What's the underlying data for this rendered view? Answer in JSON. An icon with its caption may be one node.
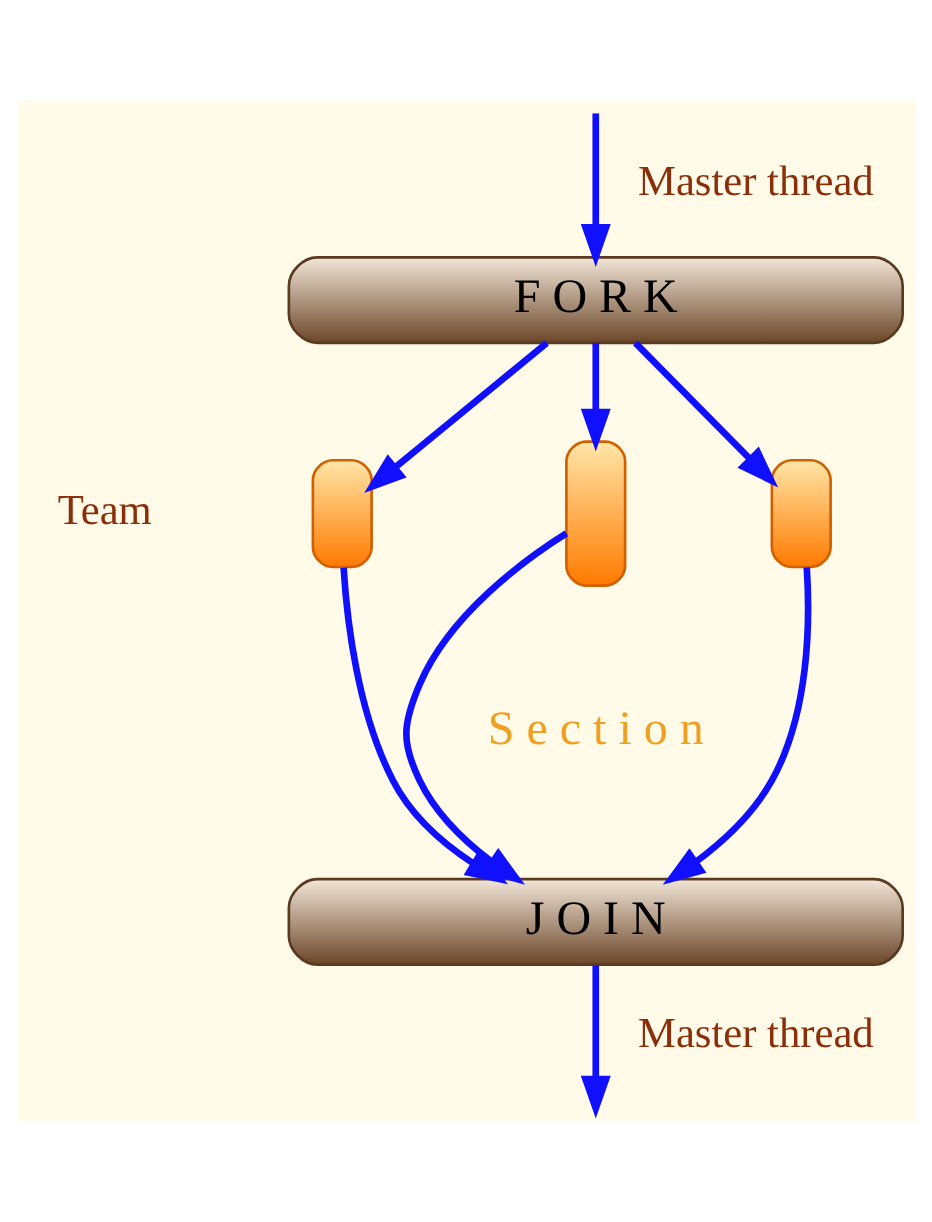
{
  "diagram": {
    "nodes": [
      {
        "text": [
          "F O R K"
        ]
      },
      {
        "text": [],
        "shape": "bar"
      },
      {
        "text": [],
        "shape": "bar"
      },
      {
        "text": [],
        "shape": "bar"
      },
      {
        "text": [
          "J O I N"
        ]
      }
    ],
    "edges": [
      {
        "from": null,
        "to": 0,
        "arrow": "to",
        "label": "Master thread"
      },
      {
        "from": 0,
        "to": 1,
        "arrow": "to"
      },
      {
        "from": 0,
        "to": 2,
        "arrow": "to"
      },
      {
        "from": 0,
        "to": 3,
        "arrow": "to"
      },
      {
        "from": 1,
        "to": 4,
        "arrow": "to"
      },
      {
        "from": 2,
        "to": 4,
        "arrow": "to"
      },
      {
        "from": 3,
        "to": 4,
        "arrow": "to"
      },
      {
        "from": 4,
        "to": null,
        "arrow": "to",
        "label": "Master thread"
      }
    ],
    "labels": [
      "Team",
      "S e c t i o n"
    ]
  }
}
